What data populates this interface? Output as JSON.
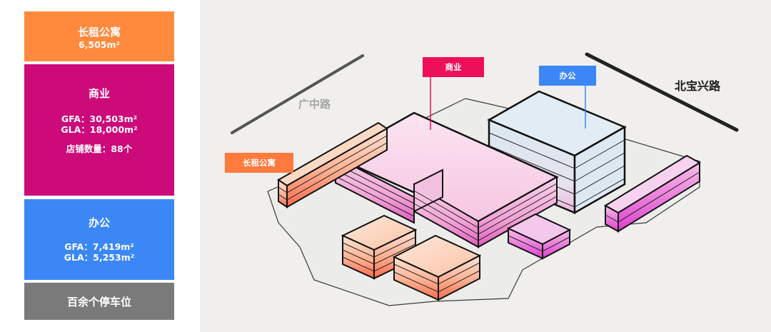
{
  "legend": {
    "apartment": {
      "title": "长租公寓",
      "area": "6,505m²"
    },
    "commercial": {
      "title": "商业",
      "gfa": "GFA：30,503m²",
      "gla": "GLA：18,000m²",
      "shops": "店铺数量：88个"
    },
    "office": {
      "title": "办公",
      "gfa": "GFA：7,419m²",
      "gla": "GLA：5,253m²"
    },
    "parking": {
      "title": "百余个停车位"
    }
  },
  "map": {
    "road_guangzhong": "广中路",
    "road_beibaoxing": "北宝兴路",
    "tag_commercial": "商业",
    "tag_office": "办公",
    "tag_apartment": "长租公寓"
  },
  "colors": {
    "apartment": "#ff8a3d",
    "commercial": "#cc0a7a",
    "office": "#3b87f5",
    "parking": "#7a7a7a",
    "tag_commercial": "#ee0f5a"
  }
}
